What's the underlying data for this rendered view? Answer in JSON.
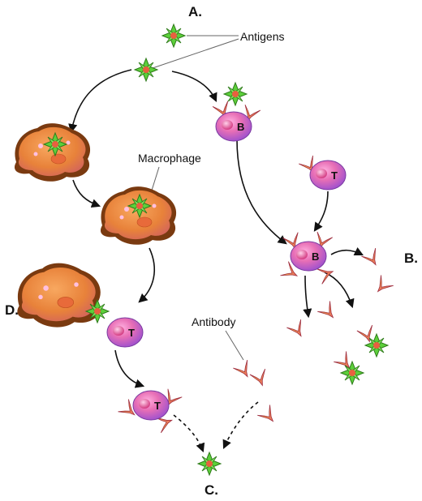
{
  "labels": {
    "a": "A.",
    "b": "B.",
    "c": "C.",
    "d": "D.",
    "antigens": "Antigens",
    "macrophage": "Macrophage",
    "antibody": "Antibody"
  },
  "cells": {
    "b_letter": "B",
    "t_letter": "T"
  },
  "colors": {
    "cell_pink": "#e86fb5",
    "cell_purple": "#9a4fd0",
    "macrophage_orange": "#e8823a",
    "macrophage_brown": "#7a3a10",
    "antigen_green": "#5ccf3a",
    "antibody_orange": "#f0a030",
    "antibody_red": "#e0506a"
  }
}
